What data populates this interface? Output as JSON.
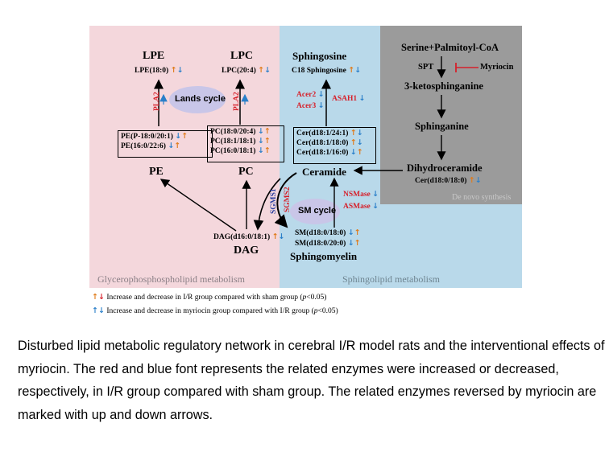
{
  "colors": {
    "glycero_bg": "#f4d7dc",
    "sphingo_bg": "#b9d9ea",
    "denovo_bg": "#9b9b9b",
    "increase_arrow": "#e07b1a",
    "decrease_arrow": "#2a7fc9",
    "enzyme_up": "#d6202a",
    "enzyme_down": "#2a7fc9",
    "cycle_ellipse": "#c9c6e8"
  },
  "glycero": {
    "lpe_title": "LPE",
    "lpe_item": "LPE(18:0)",
    "lpc_title": "LPC",
    "lpc_item": "LPC(20:4)",
    "pla2_left": "PLA2",
    "pla2_right": "PLA2",
    "lands_cycle": "Lands cycle",
    "pe_box": [
      "PE(P-18:0/20:1)",
      "PE(16:0/22:6)"
    ],
    "pc_box": [
      "PC(18:0/20:4)",
      "PC(18:1/18:1)",
      "PC(16:0/18:1)"
    ],
    "pe_label": "PE",
    "pc_label": "PC",
    "dag_item": "DAG(d16:0/18:1)",
    "dag_label": "DAG",
    "panel_label": "Glycerophosphospholipid metabolism"
  },
  "sphingo": {
    "sphingosine_title": "Sphingosine",
    "sphingosine_item": "C18 Sphingosine",
    "acer2": "Acer2",
    "acer3": "Acer3",
    "asah1": "ASAH1",
    "cer_box": [
      "Cer(d18:1/24:1)",
      "Cer(d18:1/18:0)",
      "Cer(d18:1/16:0)"
    ],
    "ceramide": "Ceramide",
    "sgms1": "SGMS1",
    "sgms2": "SGMS2",
    "sm_cycle": "SM cycle",
    "nsmase": "NSMase",
    "asmase": "ASMase",
    "sm_items": [
      "SM(d18:0/18:0)",
      "SM(d18:0/20:0)"
    ],
    "sphingomyelin": "Sphingomyelin",
    "panel_label": "Sphingolipid metabolism"
  },
  "denovo": {
    "serine": "Serine+Palmitoyl-CoA",
    "spt": "SPT",
    "myriocin": "Myriocin",
    "ketosphinganine": "3-ketosphinganine",
    "sphinganine": "Sphinganine",
    "dihydroceramide": "Dihydroceramide",
    "cer_item": "Cer(d18:0/18:0)",
    "panel_label": "De novo synthesis"
  },
  "legend": {
    "line1": "Increase and decrease in I/R group compared with sham group (",
    "line1_p": "p",
    "line1_end": "<0.05)",
    "line2": "Increase and decrease in myriocin group compared with I/R group (",
    "line2_p": "p",
    "line2_end": "<0.05)"
  },
  "caption": "Disturbed lipid metabolic regulatory network in cerebral I/R model rats and the interventional effects of myriocin. The red and blue font represents the related enzymes were increased or decreased, respectively, in I/R group compared with sham group. The related enzymes reversed by myriocin are marked with up and down arrows."
}
